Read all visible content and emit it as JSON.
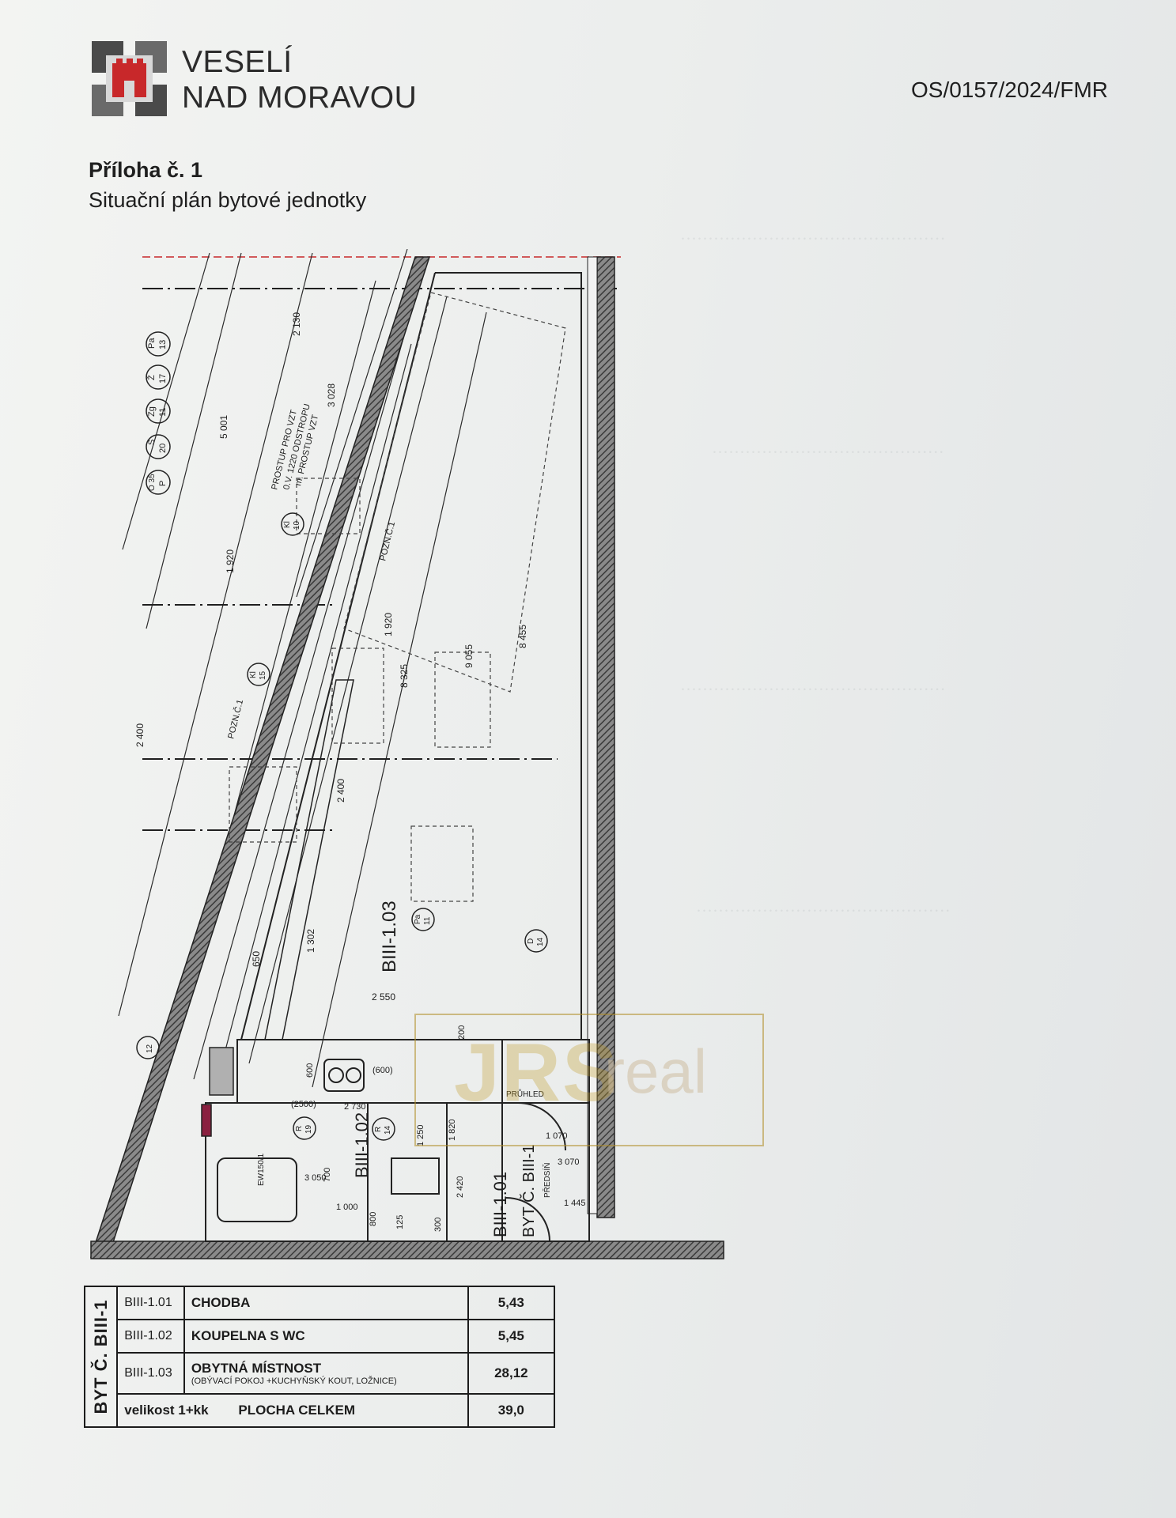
{
  "header": {
    "town_line1": "VESELÍ",
    "town_line2": "NAD MORAVOU",
    "reference": "OS/0157/2024/FMR",
    "annex_title": "Příloha č. 1",
    "annex_subtitle": "Situační plán bytové jednotky"
  },
  "colors": {
    "logo_dark": "#4a4a4a",
    "logo_red": "#c8282a",
    "watermark_gold": "#b08e28",
    "plan_wall": "#3a3a3a"
  },
  "plan": {
    "room_label": "BIII-1.03",
    "bath_label": "BIII-1.02",
    "hall_label": "BIII-1.01",
    "flat_label": "BYT Č. BIII-1",
    "fixtures": [
      {
        "top": "S",
        "bottom": "20"
      },
      {
        "top": "Zg",
        "bottom": "11"
      },
      {
        "top": "Ž",
        "bottom": "17"
      },
      {
        "top": "Pa",
        "bottom": "13"
      },
      {
        "top": "O 35",
        "bottom": "P"
      }
    ],
    "dims": [
      "5 001",
      "2 130",
      "3 028",
      "1 920",
      "1 920",
      "8 325",
      "9 055",
      "8 455",
      "2 400",
      "2 400",
      "1 302",
      "2 550",
      "650",
      "600",
      "(600)",
      "(2500)",
      "2 730",
      "3 050",
      "1 000",
      "1 070",
      "3 070",
      "1 445",
      "800",
      "300",
      "125",
      "700",
      "2 420",
      "1 820",
      "1 250",
      "200"
    ],
    "notes": [
      "PROSTUP PRO VZT",
      "0.V. 1220 ODSTROPU",
      "m. PROSTUP VZT",
      "POZN.Č.1",
      "POZN.Č.1",
      "EW150/1",
      "PŘEDSÍŇ",
      "PRŮHLED"
    ],
    "circles": [
      {
        "top": "Kl",
        "bottom": "10"
      },
      {
        "top": "Kl",
        "bottom": "15"
      },
      {
        "top": "Pa",
        "bottom": "11"
      },
      {
        "top": "D",
        "bottom": "14"
      },
      {
        "top": "R",
        "bottom": "19"
      },
      {
        "top": "R",
        "bottom": "14"
      },
      {
        "top": "",
        "bottom": "12"
      }
    ]
  },
  "table": {
    "flat_label": "BYT Č. BIII-1",
    "rows": [
      {
        "code": "BIII-1.01",
        "name": "CHODBA",
        "note": "",
        "area": "5,43"
      },
      {
        "code": "BIII-1.02",
        "name": "KOUPELNA S WC",
        "note": "",
        "area": "5,45"
      },
      {
        "code": "BIII-1.03",
        "name": "OBYTNÁ MÍSTNOST",
        "note": "(OBÝVACÍ POKOJ +KUCHYŇSKÝ KOUT, LOŽNICE)",
        "area": "28,12"
      }
    ],
    "size_label": "velikost 1+kk",
    "total_label": "PLOCHA CELKEM",
    "total_area": "39,0"
  },
  "watermark": {
    "brand": "JRS",
    "suffix": "real"
  }
}
